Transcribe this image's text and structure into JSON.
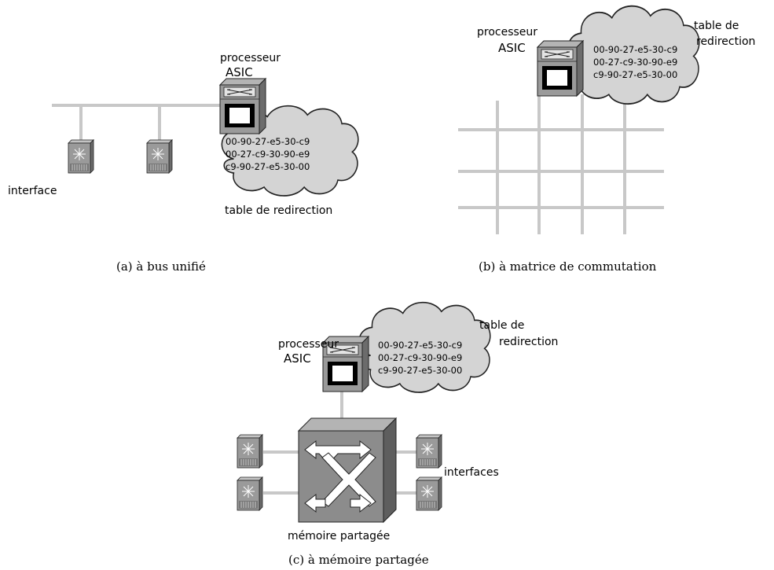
{
  "labels": {
    "processor_line1": "processeur",
    "processor_line2": "ASIC",
    "interface": "interface",
    "interfaces": "interfaces",
    "table_full": "table de redirection",
    "table_line1": "table de",
    "table_line2": "redirection",
    "shared_memory": "mémoire partagée"
  },
  "forwarding_table": [
    "00-90-27-e5-30-c9",
    "00-27-c9-30-90-e9",
    "c9-90-27-e5-30-00"
  ],
  "captions": {
    "a": "(a) à bus unifié",
    "b": "(b) à matrice de commutation",
    "c": "(c) à mémoire partagée"
  },
  "colors": {
    "cloud": "#d4d4d4",
    "bus": "#c8c8c8",
    "device_body": "#9a9a9a",
    "crossbar_box": "#8c8c8c"
  }
}
